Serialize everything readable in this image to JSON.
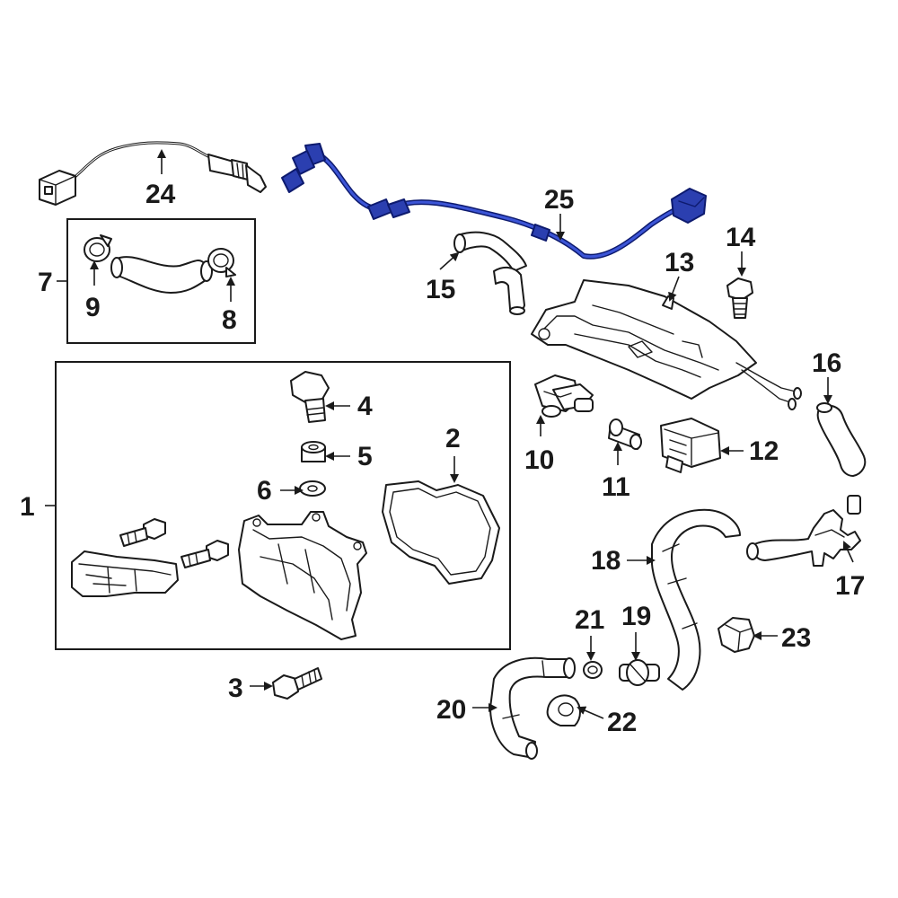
{
  "diagram": {
    "highlight_color": "#2b3fb0",
    "callouts": [
      "1",
      "2",
      "3",
      "4",
      "5",
      "6",
      "7",
      "8",
      "9",
      "10",
      "11",
      "12",
      "13",
      "14",
      "15",
      "16",
      "17",
      "18",
      "19",
      "20",
      "21",
      "22",
      "23",
      "24",
      "25"
    ]
  }
}
